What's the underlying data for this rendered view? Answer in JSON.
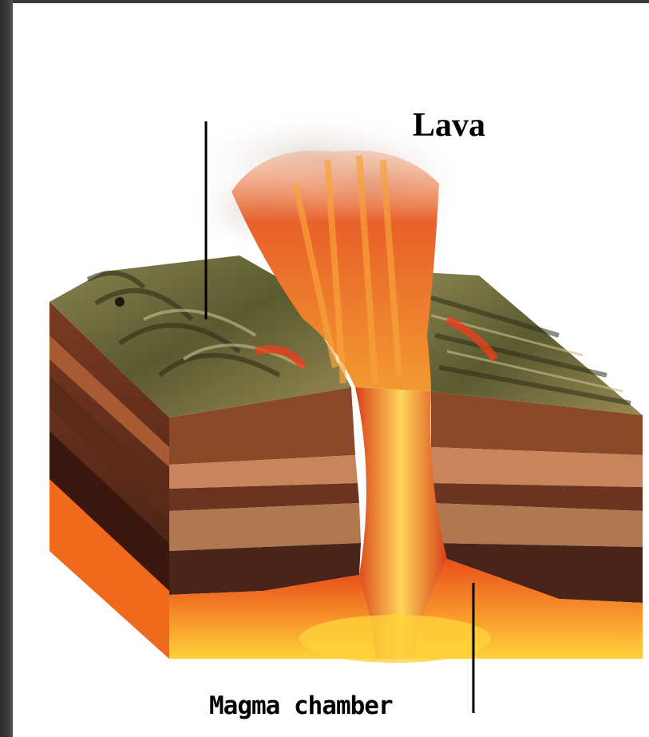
{
  "labels": {
    "lava": "Lava",
    "magma_chamber": "Magma chamber"
  },
  "colors": {
    "background": "#ffffff",
    "frame": "#3a3a3a",
    "lava_red": "#e0401a",
    "lava_orange": "#f07820",
    "lava_yellow": "#ffd23a",
    "rock_dark": "#4a2418",
    "rock_brown": "#8a4a2a",
    "rock_tan": "#c88a5a",
    "surface_green": "#6b6a3a"
  },
  "icons": {
    "block": "rock-strata-block-illustration",
    "eruption": "lava-fountain-illustration",
    "pointers": "leader-line"
  }
}
